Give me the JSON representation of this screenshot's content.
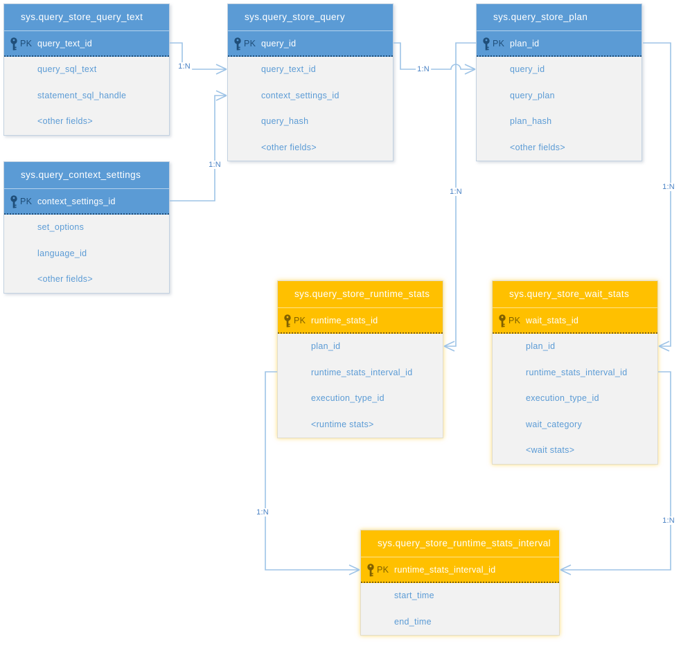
{
  "colors": {
    "blue_header": "#5B9BD5",
    "orange_header": "#FFC000",
    "blue_pk_dark": "#1F4E79",
    "orange_pk_dark": "#7F6000",
    "body_background": "#F2F2F2",
    "field_text": "#5B9BD5",
    "connector_line": "#9DC3E6",
    "connector_label": "#4A82C4"
  },
  "tables": [
    {
      "name": "sys.query_store_query_text",
      "theme": "blue",
      "pk_label": "PK",
      "pk_field": "query_text_id",
      "fields": [
        "query_sql_text",
        "statement_sql_handle",
        "<other fields>"
      ]
    },
    {
      "name": "sys.query_store_query",
      "theme": "blue",
      "pk_label": "PK",
      "pk_field": "query_id",
      "fields": [
        "query_text_id",
        "context_settings_id",
        "query_hash",
        "<other fields>"
      ]
    },
    {
      "name": "sys.query_store_plan",
      "theme": "blue",
      "pk_label": "PK",
      "pk_field": "plan_id",
      "fields": [
        "query_id",
        "query_plan",
        "plan_hash",
        "<other fields>"
      ]
    },
    {
      "name": "sys.query_context_settings",
      "theme": "blue",
      "pk_label": "PK",
      "pk_field": "context_settings_id",
      "fields": [
        "set_options",
        "language_id",
        "<other fields>"
      ]
    },
    {
      "name": "sys.query_store_runtime_stats",
      "theme": "orange",
      "pk_label": "PK",
      "pk_field": "runtime_stats_id",
      "fields": [
        "plan_id",
        "runtime_stats_interval_id",
        "execution_type_id",
        "<runtime stats>"
      ]
    },
    {
      "name": "sys.query_store_wait_stats",
      "theme": "orange",
      "pk_label": "PK",
      "pk_field": "wait_stats_id",
      "fields": [
        "plan_id",
        "runtime_stats_interval_id",
        "execution_type_id",
        "wait_category",
        "<wait stats>"
      ]
    },
    {
      "name": "sys.query_store_runtime_stats_interval",
      "theme": "orange",
      "pk_label": "PK",
      "pk_field": "runtime_stats_interval_id",
      "fields": [
        "start_time",
        "end_time"
      ]
    }
  ],
  "connectors": [
    {
      "label": "1:N",
      "from": "sys.query_store_query_text.query_text_id",
      "to": "sys.query_store_query.query_text_id"
    },
    {
      "label": "1:N",
      "from": "sys.query_context_settings.context_settings_id",
      "to": "sys.query_store_query.context_settings_id"
    },
    {
      "label": "1:N",
      "from": "sys.query_store_query.query_id",
      "to": "sys.query_store_plan.query_id"
    },
    {
      "label": "1:N",
      "from": "sys.query_store_plan.plan_id",
      "to": "sys.query_store_runtime_stats.plan_id"
    },
    {
      "label": "1:N",
      "from": "sys.query_store_plan.plan_id",
      "to": "sys.query_store_wait_stats.plan_id"
    },
    {
      "label": "1:N",
      "from": "sys.query_store_runtime_stats.runtime_stats_interval_id",
      "to": "sys.query_store_runtime_stats_interval.runtime_stats_interval_id"
    },
    {
      "label": "1:N",
      "from": "sys.query_store_wait_stats.runtime_stats_interval_id",
      "to": "sys.query_store_runtime_stats_interval.runtime_stats_interval_id"
    }
  ]
}
